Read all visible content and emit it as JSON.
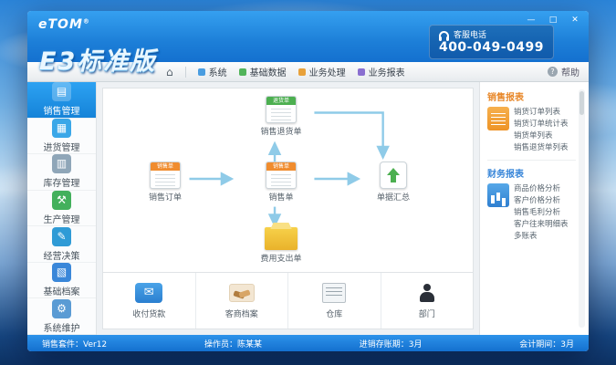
{
  "window": {
    "logo": "eTOM",
    "logo_mark": "®",
    "brand": "E3标准版",
    "phone": {
      "label": "客服电话",
      "number": "400-049-0499"
    },
    "controls": {
      "minimize": "—",
      "maximize": "□",
      "close": "✕"
    }
  },
  "menubar": {
    "home_icon": "⌂",
    "items": [
      "系统",
      "基础数据",
      "业务处理",
      "业务报表"
    ],
    "help_icon": "?",
    "help": "帮助"
  },
  "sidebar": {
    "items": [
      {
        "label": "销售管理",
        "glyph": "▤",
        "active": true
      },
      {
        "label": "进货管理",
        "glyph": "▦",
        "active": false
      },
      {
        "label": "库存管理",
        "glyph": "▥",
        "active": false
      },
      {
        "label": "生产管理",
        "glyph": "⚒",
        "active": false
      },
      {
        "label": "经营决策",
        "glyph": "✎",
        "active": false
      },
      {
        "label": "基础档案",
        "glyph": "▧",
        "active": false
      },
      {
        "label": "系统维护",
        "glyph": "⚙",
        "active": false
      }
    ]
  },
  "flowchart": {
    "nodes": {
      "sales_return": {
        "label": "销售退货单",
        "caption": "退货单"
      },
      "sales_order": {
        "label": "销售订单",
        "caption": "销售单"
      },
      "sales_slip": {
        "label": "销售单",
        "caption": "销售单"
      },
      "doc_summary": {
        "label": "单据汇总"
      },
      "expense": {
        "label": "费用支出单"
      }
    },
    "arrow_color": "#8fcbe8"
  },
  "shortcuts": [
    {
      "label": "收付货款"
    },
    {
      "label": "客商档案"
    },
    {
      "label": "仓库"
    },
    {
      "label": "部门"
    }
  ],
  "reports": {
    "sales": {
      "title": "销售报表",
      "items": [
        "销货订单列表",
        "销货订单统计表",
        "销货单列表",
        "销售退货单列表"
      ]
    },
    "finance": {
      "title": "财务报表",
      "items": [
        "商品价格分析",
        "客户价格分析",
        "销售毛利分析",
        "客户往来明细表",
        "多账表"
      ]
    }
  },
  "statusbar": {
    "suite": "销售套件：Ver12",
    "operator": "操作员：陈某某",
    "stock_period": "进销存账期：3月",
    "accounting_period": "会计期间：3月"
  },
  "colors": {
    "accent": "#1e7fd0",
    "active_item": "#1583d8",
    "arrow": "#8fcbe8"
  }
}
